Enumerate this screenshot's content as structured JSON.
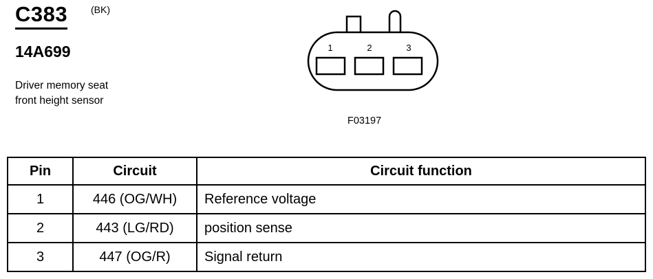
{
  "connector": {
    "id": "C383",
    "color": "(BK)",
    "part_number": "14A699",
    "description_line1": "Driver memory seat",
    "description_line2": "front height sensor",
    "figure_code": "F03197",
    "pin_labels": [
      "1",
      "2",
      "3"
    ]
  },
  "table": {
    "headers": {
      "pin": "Pin",
      "circuit": "Circuit",
      "function": "Circuit function"
    },
    "rows": [
      {
        "pin": "1",
        "circuit": "446 (OG/WH)",
        "function": "Reference voltage"
      },
      {
        "pin": "2",
        "circuit": "443 (LG/RD)",
        "function": "position sense"
      },
      {
        "pin": "3",
        "circuit": "447 (OG/R)",
        "function": "Signal return"
      }
    ]
  }
}
